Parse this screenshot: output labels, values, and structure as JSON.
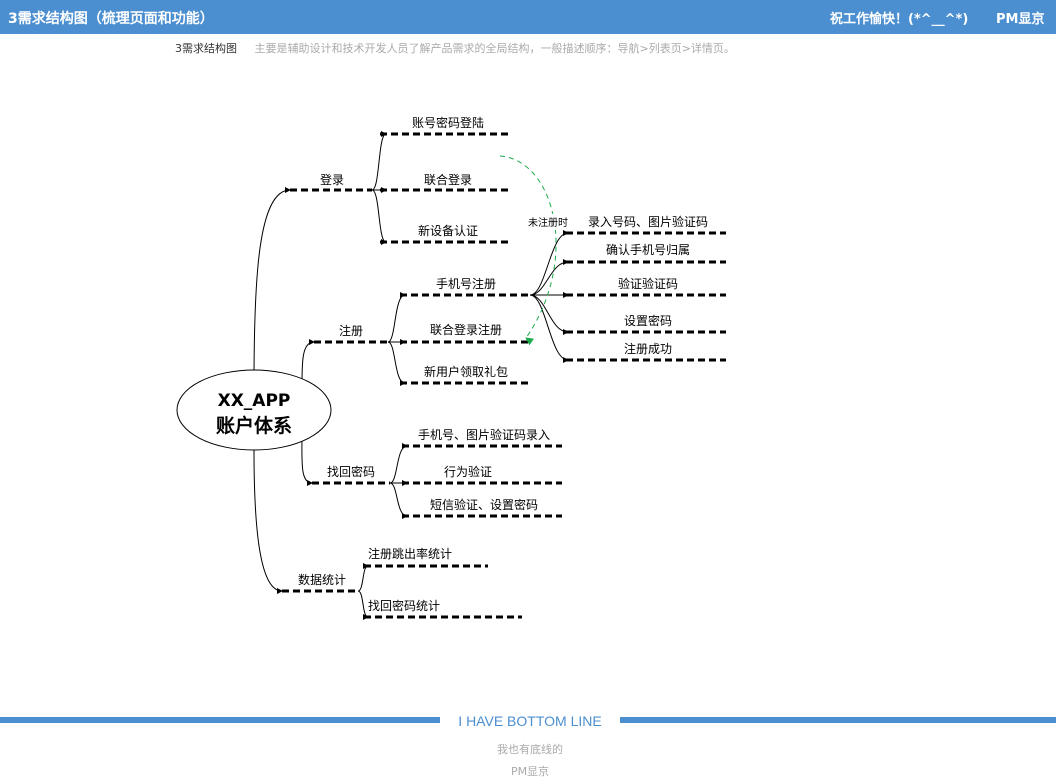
{
  "header": {
    "title": "3需求结构图（梳理页面和功能）",
    "greeting": "祝工作愉快！(*^__^*)",
    "brand": "PM显京"
  },
  "subheader": {
    "page_name": "3需求结构图",
    "description": "主要是辅助设计和技术开发人员了解产品需求的全局结构，一般描述顺序：导航>列表页>详情页。"
  },
  "diagram": {
    "center_line1": "XX_APP",
    "center_line2": "账户体系",
    "branches": {
      "login": {
        "label": "登录",
        "children": [
          "账号密码登陆",
          "联合登录",
          "新设备认证"
        ]
      },
      "register": {
        "label": "注册",
        "children": [
          "手机号注册",
          "联合登录注册",
          "新用户领取礼包"
        ],
        "phone_steps": [
          "录入号码、图片验证码",
          "确认手机号归属",
          "验证验证码",
          "设置密码",
          "注册成功"
        ]
      },
      "recover": {
        "label": "找回密码",
        "children": [
          "手机号、图片验证码录入",
          "行为验证",
          "短信验证、设置密码"
        ]
      },
      "stats": {
        "label": "数据统计",
        "children": [
          "注册跳出率统计",
          "找回密码统计"
        ]
      }
    },
    "link_label": "未注册时",
    "link_color": "#1aaa4a"
  },
  "footer": {
    "bottom_text": "I HAVE BOTTOM LINE",
    "sub1": "我也有底线的",
    "sub2": "PM显京"
  }
}
